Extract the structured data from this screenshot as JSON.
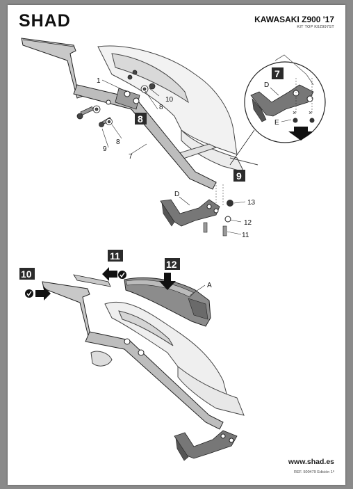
{
  "header": {
    "brand": "SHAD",
    "model_title": "KAWASAKI Z900 '17",
    "kit_code": "KIT TOP K0Z997ST"
  },
  "footer": {
    "website": "www.shad.es",
    "reference": "REF. 500479 Edición 1ª"
  },
  "steps": {
    "s7": "7",
    "s8": "8",
    "s9": "9",
    "s10": "10",
    "s11": "11",
    "s12": "12"
  },
  "labels": {
    "p1": "1",
    "p7": "7",
    "p8a": "8",
    "p8b": "8",
    "p9": "9",
    "p10": "10",
    "p11": "11",
    "p12": "12",
    "p13": "13",
    "pD1": "D",
    "pD2": "D",
    "pE": "E",
    "pA": "A"
  }
}
